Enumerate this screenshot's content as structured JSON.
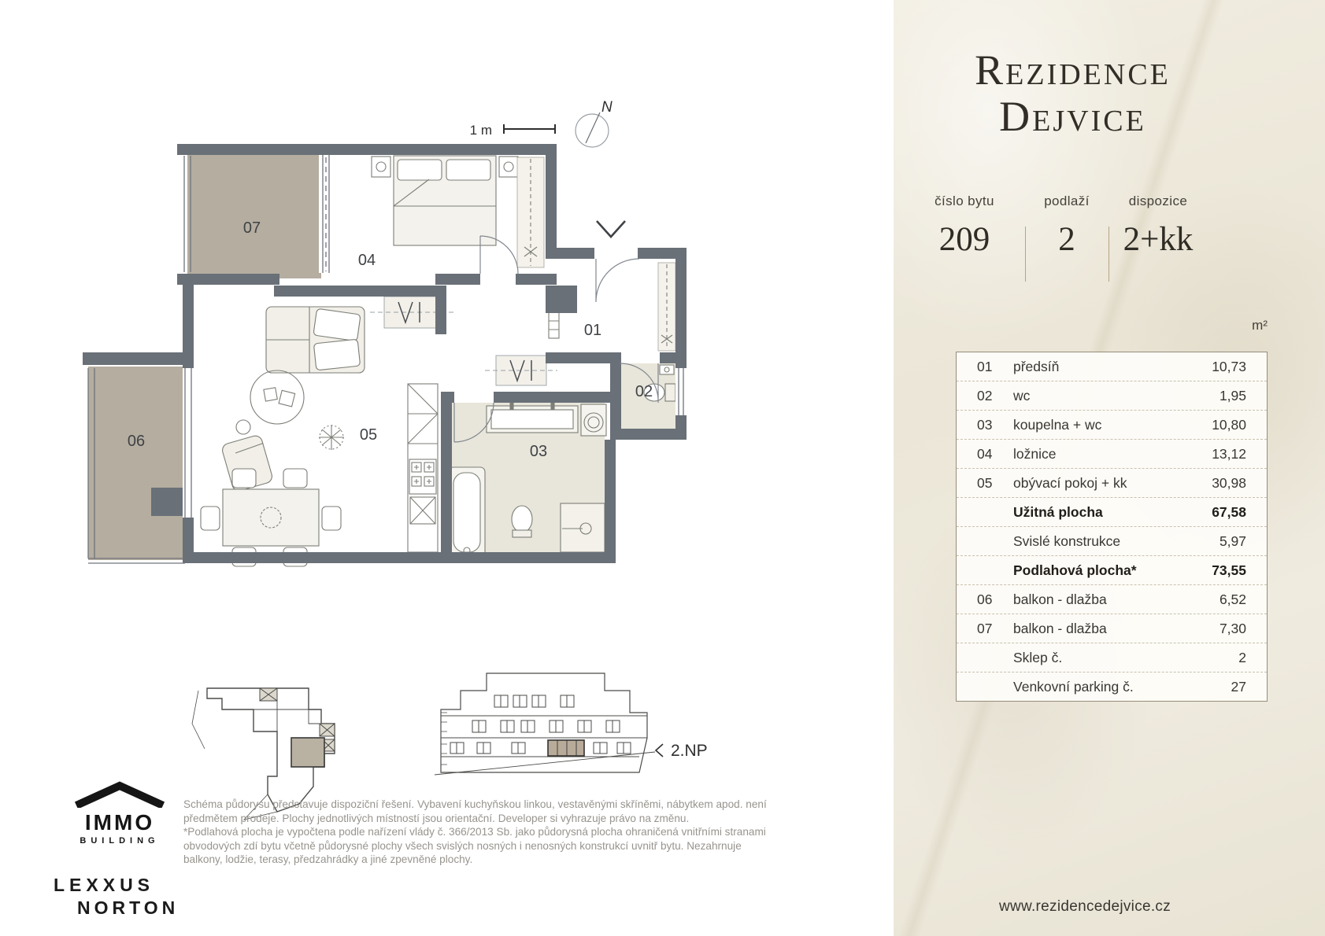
{
  "panel": {
    "title_line1": "Rezidence",
    "title_line2": "Dejvice",
    "info": [
      {
        "label": "číslo bytu",
        "value": "209"
      },
      {
        "label": "podlaží",
        "value": "2"
      },
      {
        "label": "dispozice",
        "value": "2+kk"
      }
    ],
    "unit_header": "m²",
    "table": {
      "rows": [
        {
          "num": "01",
          "label": "předsíň",
          "value": "10,73",
          "bold": false
        },
        {
          "num": "02",
          "label": "wc",
          "value": "1,95",
          "bold": false
        },
        {
          "num": "03",
          "label": "koupelna + wc",
          "value": "10,80",
          "bold": false
        },
        {
          "num": "04",
          "label": "ložnice",
          "value": "13,12",
          "bold": false
        },
        {
          "num": "05",
          "label": "obývací pokoj + kk",
          "value": "30,98",
          "bold": false
        },
        {
          "num": "",
          "label": "Užitná plocha",
          "value": "67,58",
          "bold": true
        },
        {
          "num": "",
          "label": "Svislé konstrukce",
          "value": "5,97",
          "bold": false
        },
        {
          "num": "",
          "label": "Podlahová plocha*",
          "value": "73,55",
          "bold": true
        },
        {
          "num": "06",
          "label": "balkon - dlažba",
          "value": "6,52",
          "bold": false
        },
        {
          "num": "07",
          "label": "balkon - dlažba",
          "value": "7,30",
          "bold": false
        },
        {
          "num": "",
          "label": "Sklep č.",
          "value": "2",
          "bold": false
        },
        {
          "num": "",
          "label": "Venkovní parking č.",
          "value": "27",
          "bold": false
        }
      ]
    },
    "website": "www.rezidencedejvice.cz"
  },
  "plan": {
    "scale_label": "1 m",
    "north_label": "N",
    "level_label": "2.NP",
    "room_labels": {
      "r01": "01",
      "r02": "02",
      "r03": "03",
      "r04": "04",
      "r05": "05",
      "r06": "06",
      "r07": "07"
    },
    "colors": {
      "wall": "#697077",
      "balcony_fill": "#b4ada0",
      "bath_floor": "#e8e5da"
    }
  },
  "brand": {
    "immo_line1": "IMMO",
    "immo_line2": "BUILDING",
    "lexxus_line1": "LEXXUS",
    "lexxus_line2": "NORTON"
  },
  "disclaimer": {
    "lines": [
      "Schéma půdorysu představuje dispoziční řešení. Vybavení kuchyňskou linkou, vestavěnými skříněmi, nábytkem apod. není",
      "předmětem prodeje. Plochy jednotlivých místností jsou orientační. Developer si vyhrazuje právo na změnu.",
      "*Podlahová plocha je vypočtena podle nařízení vlády č. 366/2013 Sb. jako půdorysná plocha ohraničená vnitřními stranami",
      "obvodových zdí bytu včetně půdorysné plochy všech svislých nosných i nenosných konstrukcí uvnitř bytu. Nezahrnuje",
      "balkony, lodžie, terasy, předzahrádky a jiné zpevněné plochy."
    ]
  }
}
